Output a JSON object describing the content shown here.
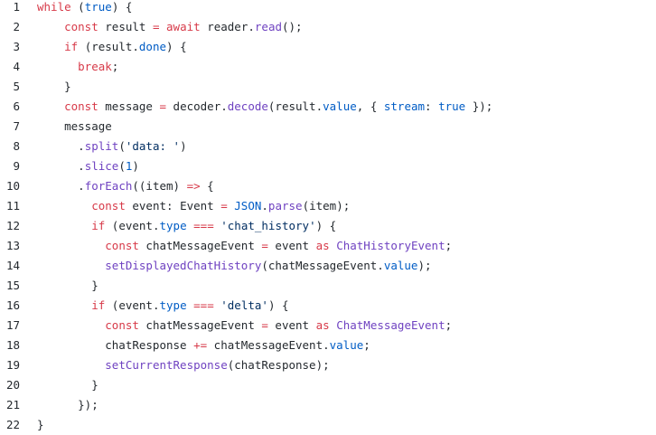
{
  "editor": {
    "lines": [
      {
        "n": "1",
        "tokens": [
          [
            "k",
            "while"
          ],
          [
            "t",
            " ("
          ],
          [
            "p",
            "true"
          ],
          [
            "t",
            ") {"
          ]
        ]
      },
      {
        "n": "2",
        "tokens": [
          [
            "t",
            "    "
          ],
          [
            "k",
            "const"
          ],
          [
            "t",
            " result "
          ],
          [
            "k",
            "="
          ],
          [
            "t",
            " "
          ],
          [
            "k",
            "await"
          ],
          [
            "t",
            " reader."
          ],
          [
            "f",
            "read"
          ],
          [
            "t",
            "();"
          ]
        ]
      },
      {
        "n": "3",
        "tokens": [
          [
            "t",
            "    "
          ],
          [
            "k",
            "if"
          ],
          [
            "t",
            " (result."
          ],
          [
            "p",
            "done"
          ],
          [
            "t",
            ") {"
          ]
        ]
      },
      {
        "n": "4",
        "tokens": [
          [
            "t",
            "      "
          ],
          [
            "k",
            "break"
          ],
          [
            "t",
            ";"
          ]
        ]
      },
      {
        "n": "5",
        "tokens": [
          [
            "t",
            "    }"
          ]
        ]
      },
      {
        "n": "6",
        "tokens": [
          [
            "t",
            "    "
          ],
          [
            "k",
            "const"
          ],
          [
            "t",
            " message "
          ],
          [
            "k",
            "="
          ],
          [
            "t",
            " decoder."
          ],
          [
            "f",
            "decode"
          ],
          [
            "t",
            "(result."
          ],
          [
            "p",
            "value"
          ],
          [
            "t",
            ", { "
          ],
          [
            "p",
            "stream"
          ],
          [
            "t",
            ": "
          ],
          [
            "p",
            "true"
          ],
          [
            "t",
            " });"
          ]
        ]
      },
      {
        "n": "7",
        "tokens": [
          [
            "t",
            "    message"
          ]
        ]
      },
      {
        "n": "8",
        "tokens": [
          [
            "t",
            "      ."
          ],
          [
            "f",
            "split"
          ],
          [
            "t",
            "("
          ],
          [
            "s",
            "'data: '"
          ],
          [
            "t",
            ")"
          ]
        ]
      },
      {
        "n": "9",
        "tokens": [
          [
            "t",
            "      ."
          ],
          [
            "f",
            "slice"
          ],
          [
            "t",
            "("
          ],
          [
            "p",
            "1"
          ],
          [
            "t",
            ")"
          ]
        ]
      },
      {
        "n": "10",
        "tokens": [
          [
            "t",
            "      ."
          ],
          [
            "f",
            "forEach"
          ],
          [
            "t",
            "((item) "
          ],
          [
            "k",
            "=>"
          ],
          [
            "t",
            " {"
          ]
        ]
      },
      {
        "n": "11",
        "tokens": [
          [
            "t",
            "        "
          ],
          [
            "k",
            "const"
          ],
          [
            "t",
            " event: Event "
          ],
          [
            "k",
            "="
          ],
          [
            "t",
            " "
          ],
          [
            "p",
            "JSON"
          ],
          [
            "t",
            "."
          ],
          [
            "f",
            "parse"
          ],
          [
            "t",
            "(item);"
          ]
        ]
      },
      {
        "n": "12",
        "tokens": [
          [
            "t",
            "        "
          ],
          [
            "k",
            "if"
          ],
          [
            "t",
            " (event."
          ],
          [
            "p",
            "type"
          ],
          [
            "t",
            " "
          ],
          [
            "k",
            "==="
          ],
          [
            "t",
            " "
          ],
          [
            "s",
            "'chat_history'"
          ],
          [
            "t",
            ") {"
          ]
        ]
      },
      {
        "n": "13",
        "tokens": [
          [
            "t",
            "          "
          ],
          [
            "k",
            "const"
          ],
          [
            "t",
            " chatMessageEvent "
          ],
          [
            "k",
            "="
          ],
          [
            "t",
            " event "
          ],
          [
            "k",
            "as"
          ],
          [
            "t",
            " "
          ],
          [
            "f",
            "ChatHistoryEvent"
          ],
          [
            "t",
            ";"
          ]
        ]
      },
      {
        "n": "14",
        "tokens": [
          [
            "t",
            "          "
          ],
          [
            "f",
            "setDisplayedChatHistory"
          ],
          [
            "t",
            "(chatMessageEvent."
          ],
          [
            "p",
            "value"
          ],
          [
            "t",
            ");"
          ]
        ]
      },
      {
        "n": "15",
        "tokens": [
          [
            "t",
            "        }"
          ]
        ]
      },
      {
        "n": "16",
        "tokens": [
          [
            "t",
            "        "
          ],
          [
            "k",
            "if"
          ],
          [
            "t",
            " (event."
          ],
          [
            "p",
            "type"
          ],
          [
            "t",
            " "
          ],
          [
            "k",
            "==="
          ],
          [
            "t",
            " "
          ],
          [
            "s",
            "'delta'"
          ],
          [
            "t",
            ") {"
          ]
        ]
      },
      {
        "n": "17",
        "tokens": [
          [
            "t",
            "          "
          ],
          [
            "k",
            "const"
          ],
          [
            "t",
            " chatMessageEvent "
          ],
          [
            "k",
            "="
          ],
          [
            "t",
            " event "
          ],
          [
            "k",
            "as"
          ],
          [
            "t",
            " "
          ],
          [
            "f",
            "ChatMessageEvent"
          ],
          [
            "t",
            ";"
          ]
        ]
      },
      {
        "n": "18",
        "tokens": [
          [
            "t",
            "          chatResponse "
          ],
          [
            "k",
            "+="
          ],
          [
            "t",
            " chatMessageEvent."
          ],
          [
            "p",
            "value"
          ],
          [
            "t",
            ";"
          ]
        ]
      },
      {
        "n": "19",
        "tokens": [
          [
            "t",
            "          "
          ],
          [
            "f",
            "setCurrentResponse"
          ],
          [
            "t",
            "(chatResponse);"
          ]
        ]
      },
      {
        "n": "20",
        "tokens": [
          [
            "t",
            "        }"
          ]
        ]
      },
      {
        "n": "21",
        "tokens": [
          [
            "t",
            "      });"
          ]
        ]
      },
      {
        "n": "22",
        "tokens": [
          [
            "t",
            "}"
          ]
        ]
      }
    ]
  }
}
